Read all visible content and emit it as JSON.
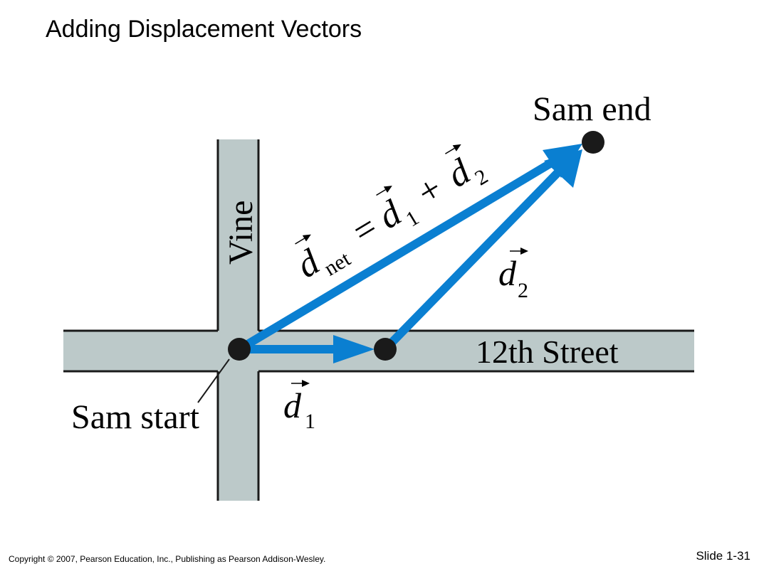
{
  "slide": {
    "title": "Adding Displacement Vectors",
    "copyright": "Copyright © 2007, Pearson Education, Inc., Publishing as Pearson Addison-Wesley.",
    "slide_number": "Slide 1-31"
  },
  "diagram": {
    "street_vertical": "Vine",
    "street_horizontal": "12th Street",
    "start_label": "Sam start",
    "end_label": "Sam end",
    "vector_d1": {
      "symbol": "d",
      "subscript": "1"
    },
    "vector_d2": {
      "symbol": "d",
      "subscript": "2"
    },
    "vector_dnet": {
      "symbol": "d",
      "subscript": "net",
      "equals": "=",
      "term1_symbol": "d",
      "term1_subscript": "1",
      "plus": "+",
      "term2_symbol": "d",
      "term2_subscript": "2"
    },
    "colors": {
      "road_fill": "#bcc9c9",
      "road_edge": "#1a1a1a",
      "vector": "#0a7fd1",
      "dot": "#1a1a1a"
    }
  }
}
